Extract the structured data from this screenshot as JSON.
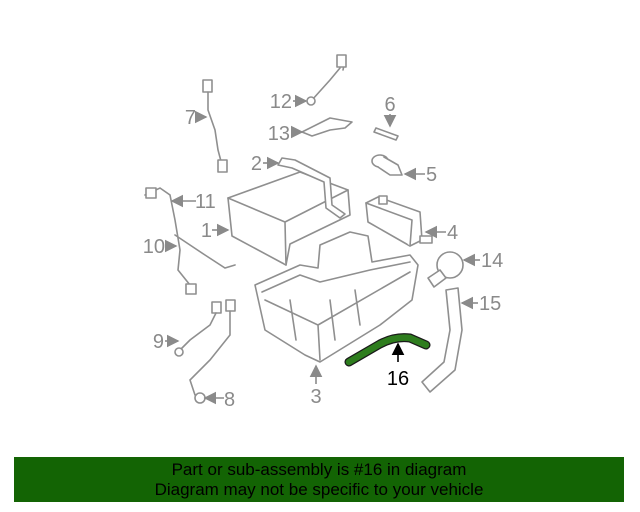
{
  "diagram": {
    "highlighted_part": "16",
    "highlight_color": "#2e7d1e",
    "callouts": [
      "1",
      "2",
      "3",
      "4",
      "5",
      "6",
      "7",
      "8",
      "9",
      "10",
      "11",
      "12",
      "13",
      "14",
      "15",
      "16"
    ]
  },
  "banner": {
    "line1": "Part or sub-assembly is #16 in diagram",
    "line2": "Diagram may not be specific to your vehicle",
    "background": "#136404"
  }
}
